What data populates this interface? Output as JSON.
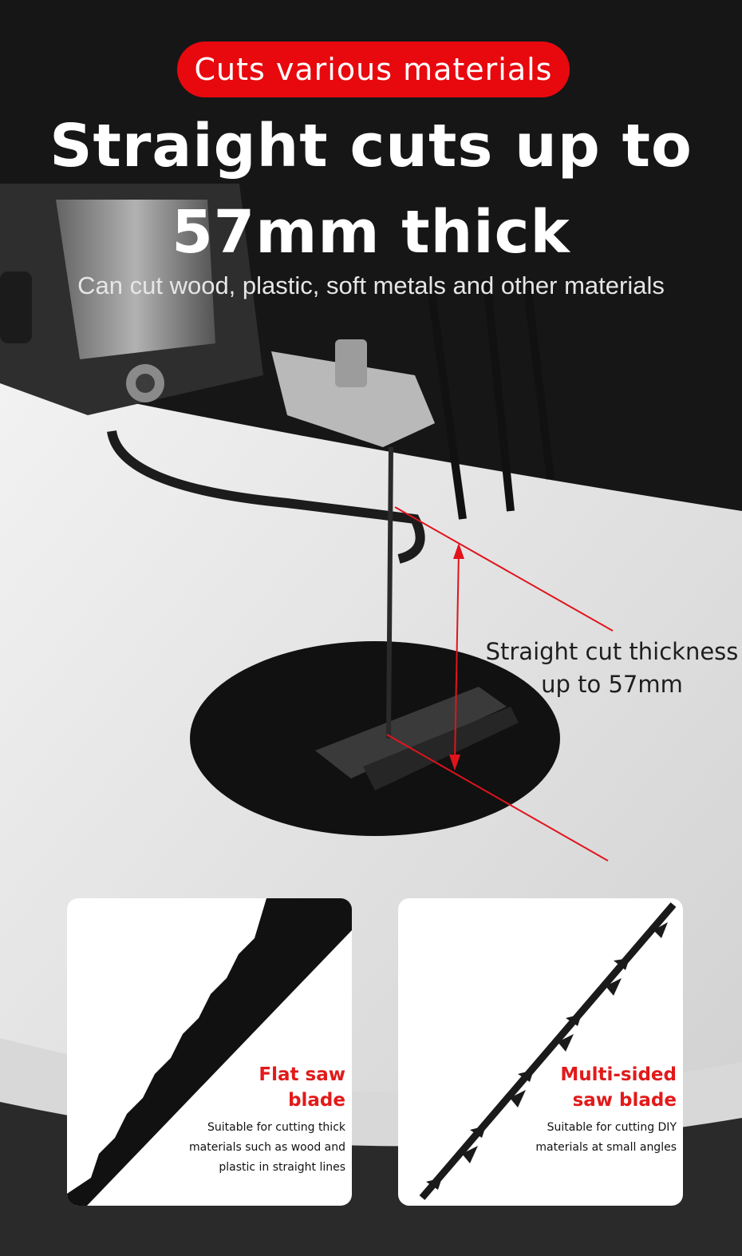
{
  "badge": {
    "label": "Cuts various materials",
    "color": "#e8090f"
  },
  "headline": {
    "line1": "Straight cuts up to",
    "line2": "57mm thick"
  },
  "subtitle": "Can cut wood, plastic, soft metals and other materials",
  "callout": {
    "line1": "Straight cut thickness",
    "line2": "up to 57mm",
    "line_color": "#e0141c"
  },
  "cards": [
    {
      "title_line1": "Flat saw",
      "title_line2": "blade",
      "desc_line1": "Suitable for cutting thick",
      "desc_line2": "materials such as wood and",
      "desc_line3": "plastic in straight lines",
      "icon": "flat-saw-blade-closeup"
    },
    {
      "title_line1": "Multi-sided",
      "title_line2": "saw blade",
      "desc_line1": "Suitable for cutting DIY",
      "desc_line2": "materials at small angles",
      "icon": "multi-sided-saw-blade-closeup"
    }
  ]
}
